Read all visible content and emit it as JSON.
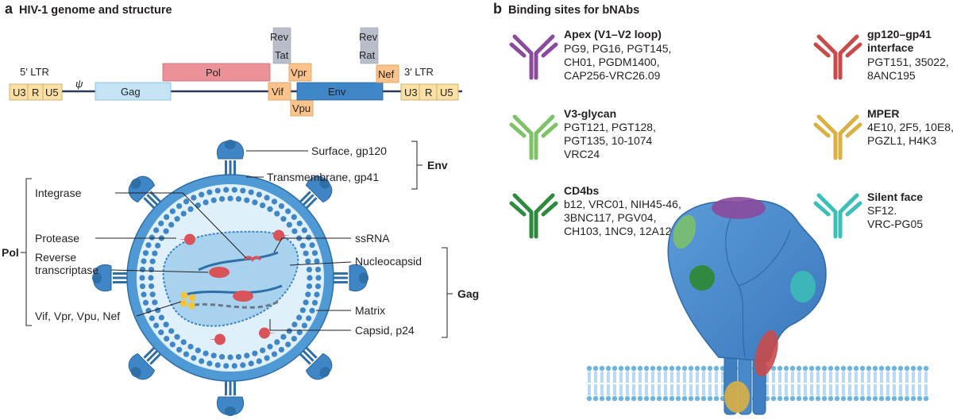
{
  "panel_a": {
    "letter": "a",
    "title": "HIV-1 genome and structure",
    "genome": {
      "ltr5_label": "5′ LTR",
      "ltr3_label": "3′ LTR",
      "psi": "ψ",
      "ltr_parts": [
        "U3",
        "R",
        "U5"
      ],
      "genes": {
        "gag": "Gag",
        "pol": "Pol",
        "vif": "Vif",
        "vpr": "Vpr",
        "vpu": "Vpu",
        "env": "Env",
        "nef": "Nef",
        "tat": "Tat",
        "rev1": "Rev",
        "rev2": "Rev",
        "rat": "Rat"
      }
    },
    "virion_labels": {
      "surface": "Surface, gp120",
      "transmembrane": "Transmembrane, gp41",
      "env_group": "Env",
      "integrase": "Integrase",
      "protease": "Protease",
      "rt_line1": "Reverse",
      "rt_line2": "transcriptase",
      "accessory": "Vif, Vpr, Vpu, Nef",
      "pol_group": "Pol",
      "ssrna": "ssRNA",
      "nucleocapsid": "Nucleocapsid",
      "matrix": "Matrix",
      "capsid": "Capsid, p24",
      "gag_group": "Gag"
    },
    "colors": {
      "ltr": "#fbe0a6",
      "gag": "#c4e4f6",
      "pol": "#ec9197",
      "accessory": "#fcc48c",
      "env": "#3f86c6",
      "tat_rev": "#b9bfca",
      "membrane": "#4f9ad5",
      "virion_inner": "#dff0fb"
    }
  },
  "panel_b": {
    "letter": "b",
    "title": "Binding sites for bNAbs",
    "sites": [
      {
        "name": "Apex (V1–V2 loop)",
        "color": "#8b4a9c",
        "antibodies": [
          "PG9, PG16, PGT145,",
          "CH01, PGDM1400,",
          "CAP256-VRC26.09"
        ]
      },
      {
        "name": "V3-glycan",
        "color": "#7dc266",
        "antibodies": [
          "PGT121, PGT128,",
          "PGT135, 10-1074",
          "VRC24"
        ]
      },
      {
        "name": "CD4bs",
        "color": "#2f8a40",
        "antibodies": [
          "b12, VRC01, NIH45-46,",
          "3BNC117, PGV04,",
          "CH103, 1NC9, 12A12"
        ]
      },
      {
        "name_lines": [
          "gp120–gp41",
          "interface"
        ],
        "color": "#c94a4a",
        "antibodies": [
          "PGT151, 35022,",
          "8ANC195"
        ]
      },
      {
        "name": "MPER",
        "color": "#d9b042",
        "antibodies": [
          "4E10, 2F5, 10E8,",
          "PGZL1, H4K3"
        ]
      },
      {
        "name": "Silent face",
        "color": "#3bbfb6",
        "antibodies": [
          "SF12.",
          "VRC-PG05"
        ]
      }
    ],
    "colors": {
      "trimer": "#4d8fd0",
      "trimer_edge": "#2e6aa8",
      "membrane": "#6fb3e3"
    }
  }
}
